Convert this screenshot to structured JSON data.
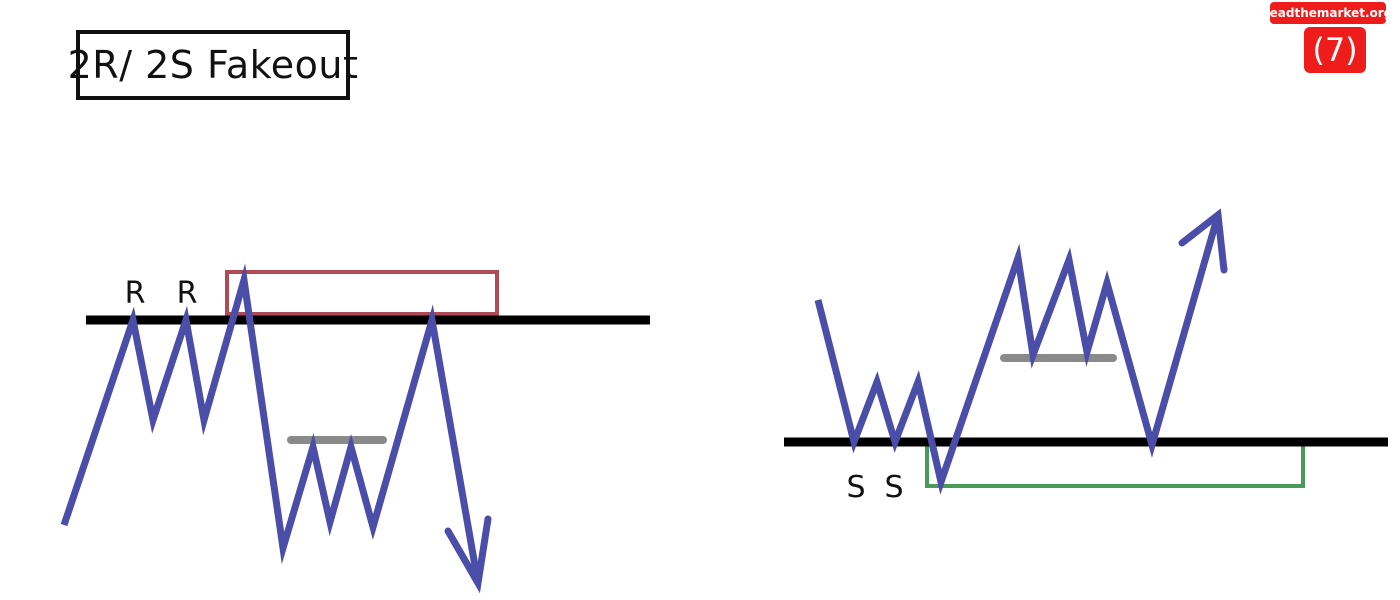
{
  "title": "2R/ 2S Fakeout",
  "site_badge": "readthemarket.org",
  "figure_number": "(7)",
  "colors": {
    "price_line": "#4a4ea8",
    "level_line": "#000000",
    "false_breakout_zone_resistance": "#b04a57",
    "false_breakout_zone_support": "#4a9a5a",
    "minor_level": "#8a8a8a",
    "badge_background": "#ef1c1c"
  },
  "left_diagram": {
    "labels": [
      "R",
      "R"
    ]
  },
  "right_diagram": {
    "labels": [
      "S",
      "S"
    ]
  }
}
